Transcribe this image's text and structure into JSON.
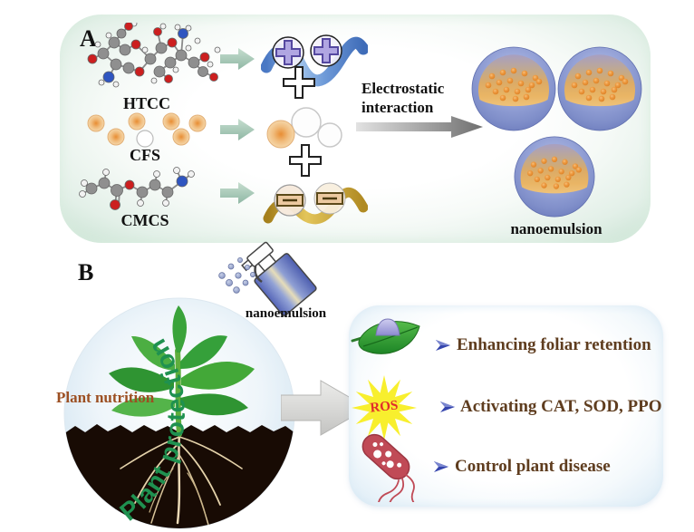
{
  "panel_a": {
    "label": "A",
    "inputs": [
      {
        "name": "HTCC"
      },
      {
        "name": "CFS"
      },
      {
        "name": "CMCS"
      }
    ],
    "process": {
      "line1": "Electrostatic",
      "line2": "interaction"
    },
    "product_label": "nanoemulsion"
  },
  "panel_b": {
    "label": "B",
    "spray_label": "nanoemulsion",
    "plant": {
      "arc_label": "Plant protection",
      "nutrition_label": "Plant nutrition"
    },
    "benefits": [
      {
        "icon": "leaf-droplet",
        "label": "Enhancing foliar retention"
      },
      {
        "icon": "ros-burst",
        "icon_text": "ROS",
        "label": "Activating CAT, SOD, PPO"
      },
      {
        "icon": "bacterium",
        "label": "Control plant disease"
      }
    ]
  },
  "colors": {
    "panel_a_edge": "#cce4d5",
    "benefits_box_edge": "#cfe4f1",
    "arc_text_green": "#1f9150",
    "benefit_text_brown": "#5f3d1f",
    "bullet_blue": "#3545ad",
    "ros_red": "#e12c2c",
    "nutrition_brown": "#9c4f22",
    "sphere_blue": "#8290cc",
    "emulsion_orange": "#e8953f"
  }
}
